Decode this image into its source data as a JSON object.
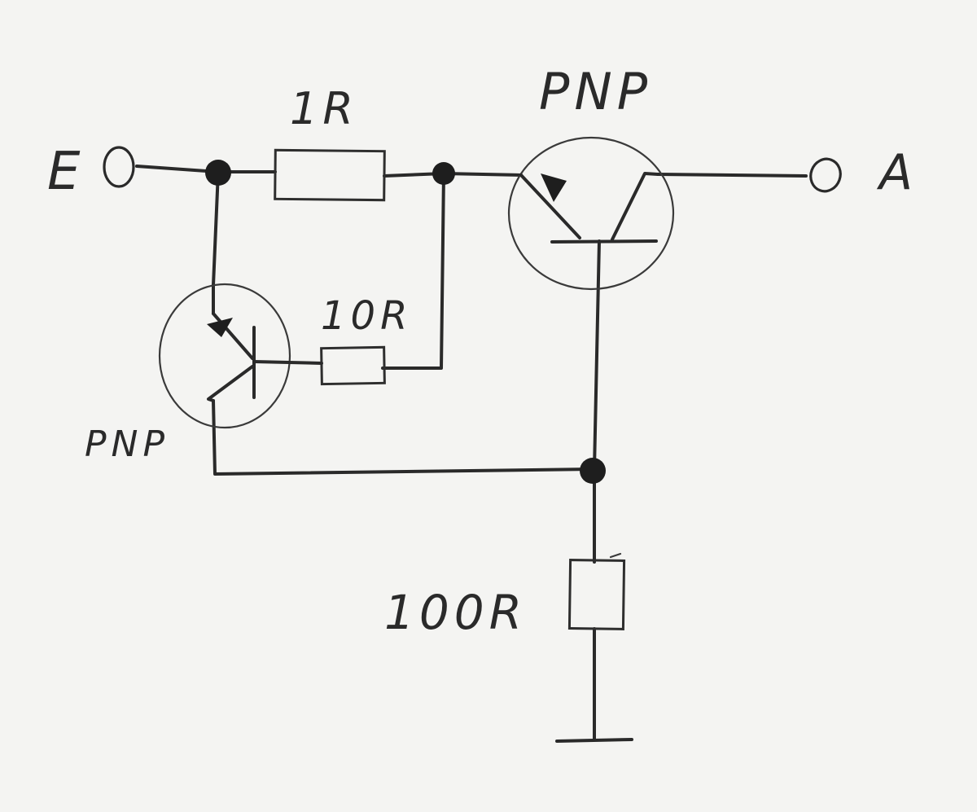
{
  "diagram": {
    "terminals": {
      "input_label": "E",
      "output_label": "A"
    },
    "transistors": {
      "main_type": "PNP",
      "sense_type": "PNP"
    },
    "resistors": {
      "series_value": "1R",
      "base_value": "10R",
      "pulldown_value": "100R"
    }
  }
}
